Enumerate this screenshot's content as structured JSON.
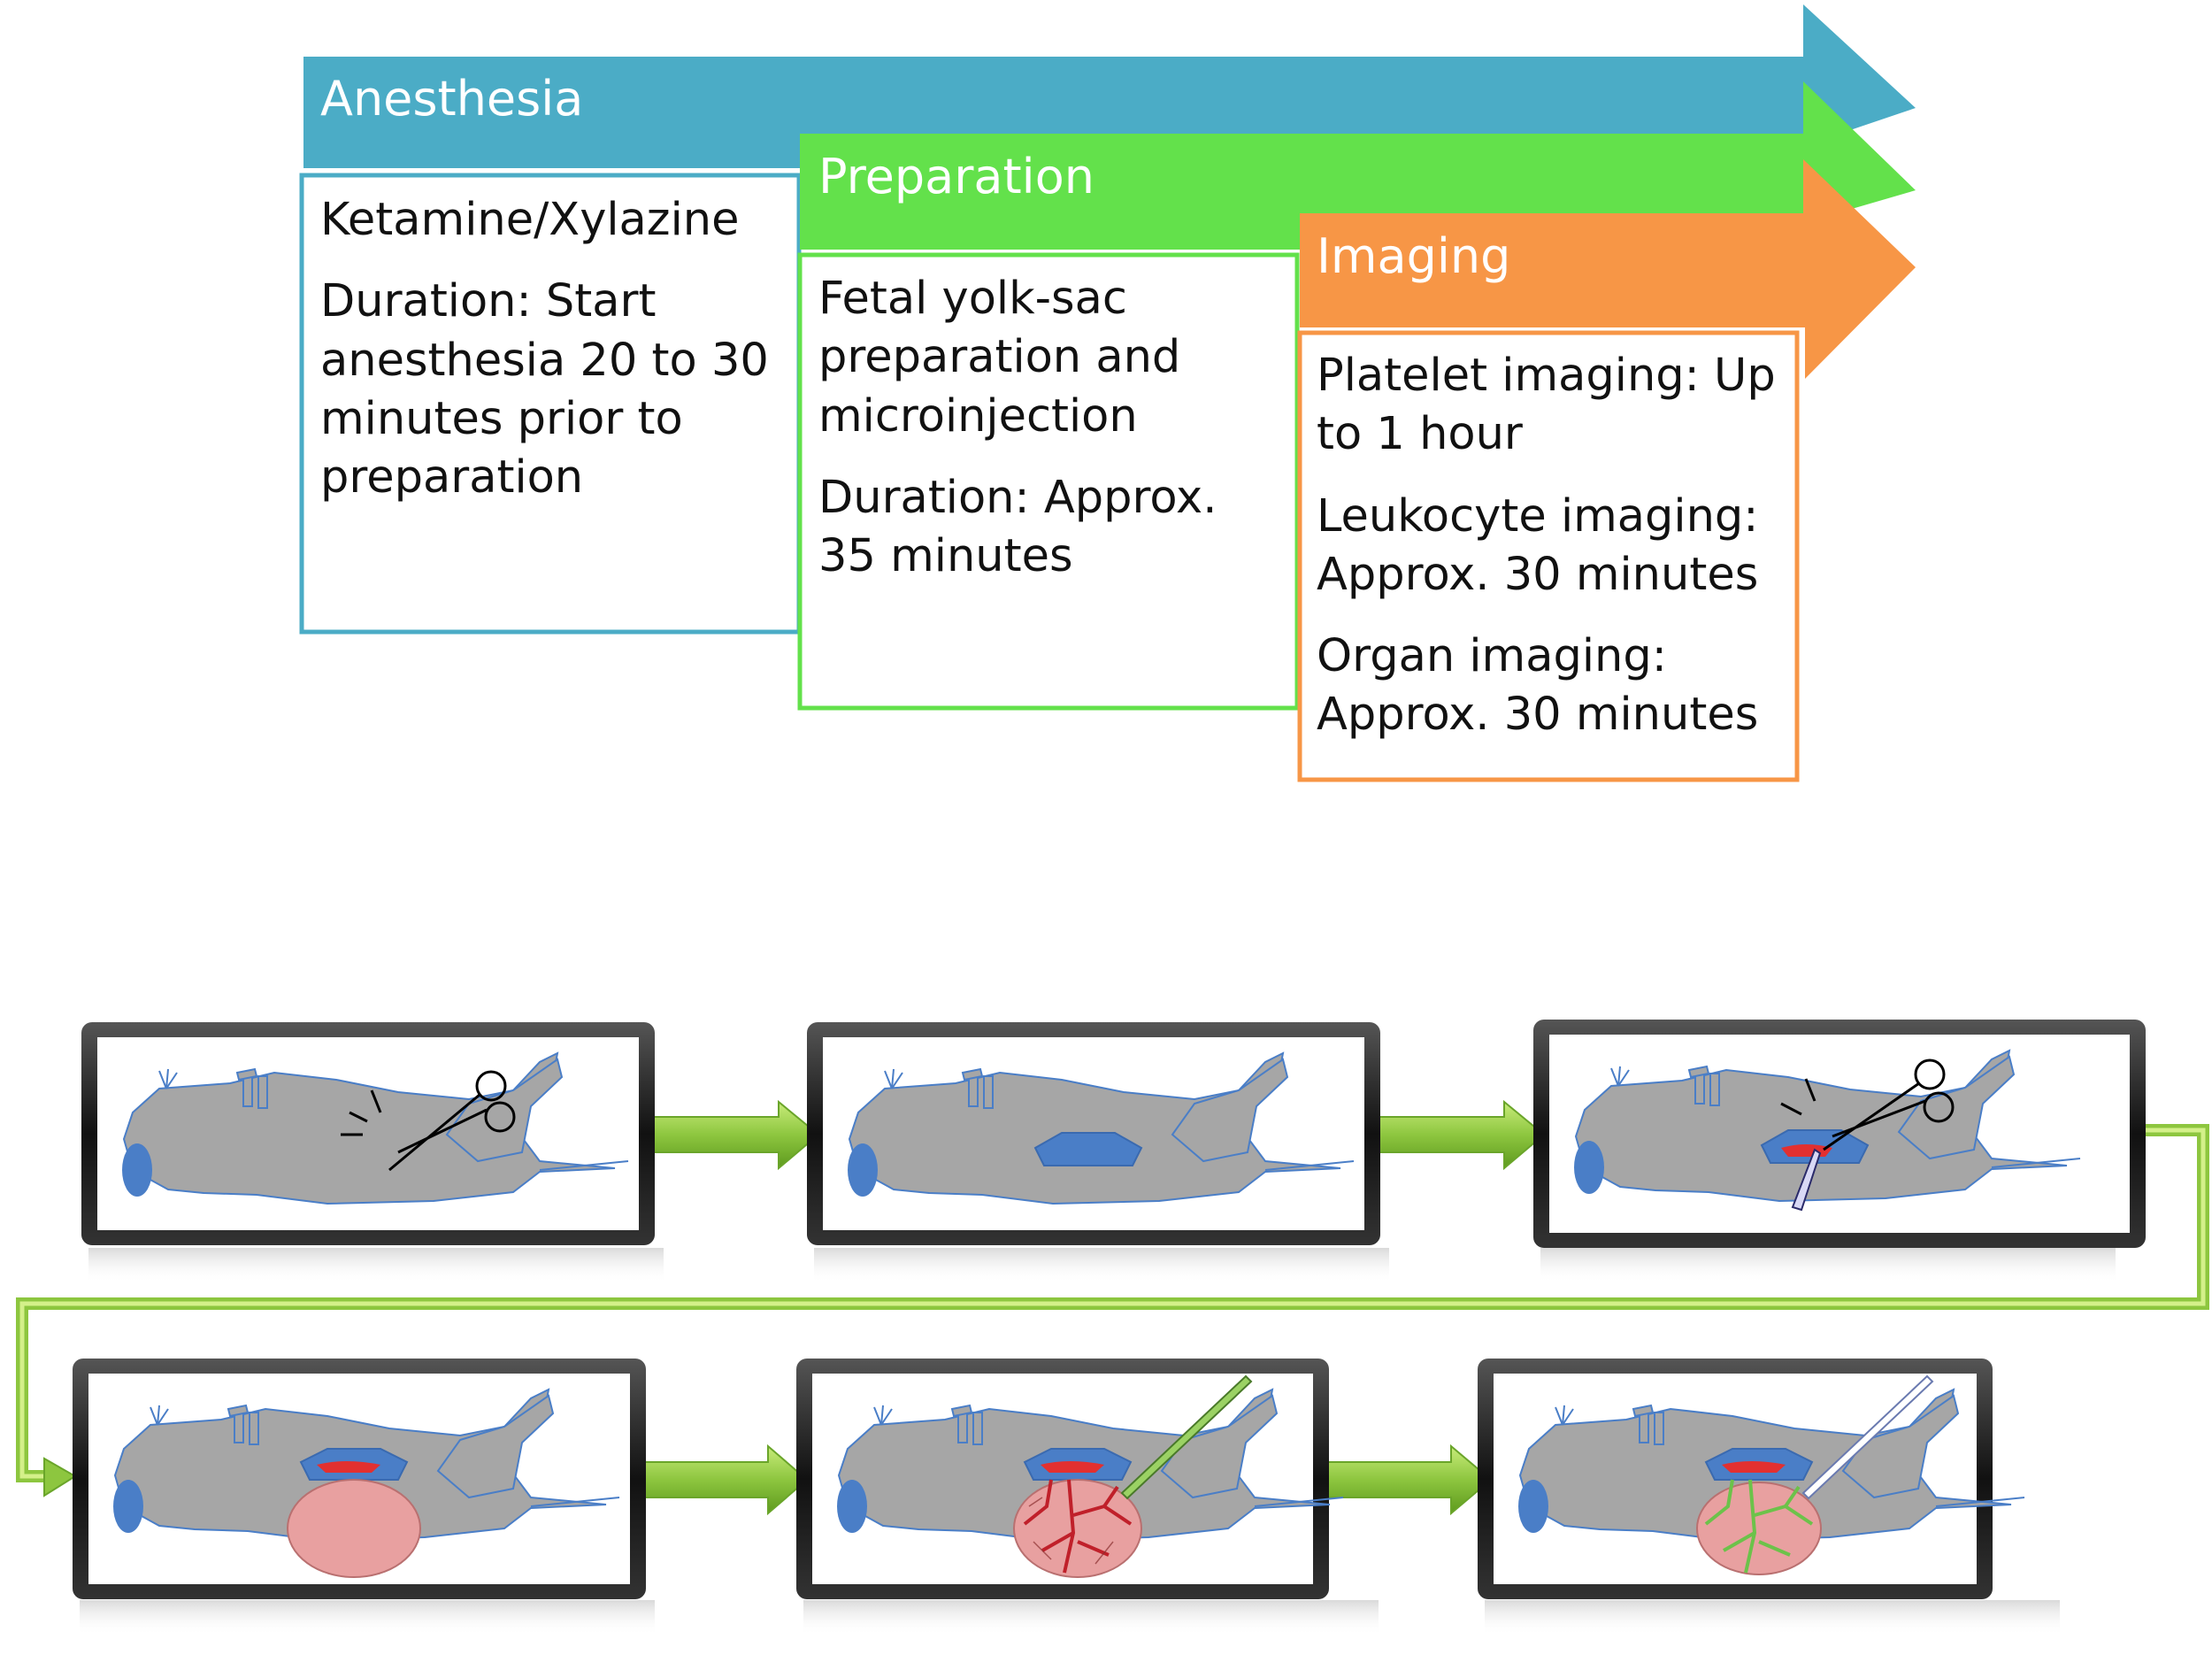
{
  "timeline": {
    "anesthesia": {
      "title": "Anesthesia",
      "lines": [
        "Ketamine/Xylazine",
        "Duration: Start anesthesia 20 to 30 minutes prior to preparation"
      ],
      "color": "#4BACC6"
    },
    "preparation": {
      "title": "Preparation",
      "lines": [
        "Fetal yolk-sac preparation and microinjection",
        "Duration: Approx. 35 minutes"
      ],
      "color": "#63E14B"
    },
    "imaging": {
      "title": "Imaging",
      "lines": [
        "Platelet imaging: Up to 1 hour",
        "Leukocyte imaging: Approx. 30 minutes",
        "Organ imaging: Approx. 30 minutes"
      ],
      "color": "#F79646"
    }
  },
  "procedure_panels": [
    {
      "step": 1,
      "tool": "scissors",
      "incision": true
    },
    {
      "step": 2,
      "tool": "none",
      "yolk_sac_exposed": true
    },
    {
      "step": 3,
      "tool": "scissors-and-forceps",
      "uterus_opened": true
    },
    {
      "step": 4,
      "tool": "none",
      "yolk_sac_exteriorized": true
    },
    {
      "step": 5,
      "tool": "microinjection-needle",
      "vessels": "red"
    },
    {
      "step": 6,
      "tool": "microinjection-needle",
      "vessels": "green"
    }
  ],
  "colors": {
    "arrow_green": "#8DC63F",
    "body_grey": "#A6A6A6",
    "organ_blue": "#4A7EC7",
    "yolk_pink": "#E8A0A0",
    "vessel_red": "#C0202A"
  }
}
